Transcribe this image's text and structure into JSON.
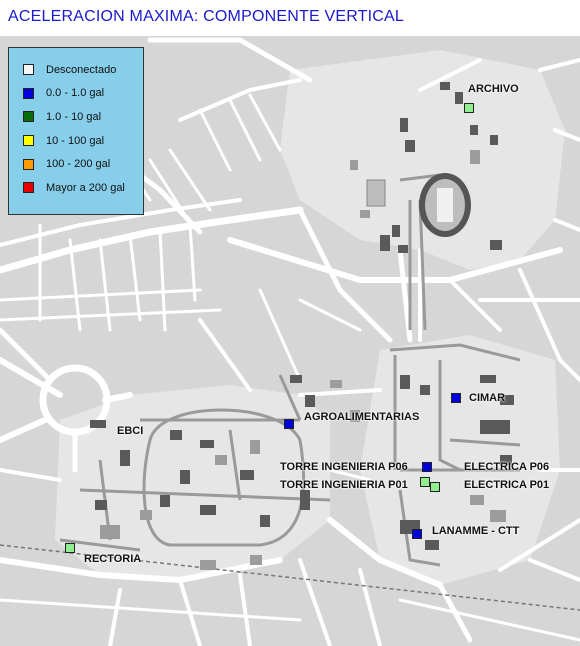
{
  "title": "ACELERACION MAXIMA: COMPONENTE VERTICAL",
  "legend": [
    {
      "label": "Desconectado",
      "color": "#f5f5f5"
    },
    {
      "label": "0.0 - 1.0 gal",
      "color": "#0000dd"
    },
    {
      "label": "1.0 - 10 gal",
      "color": "#0a6b0a"
    },
    {
      "label": "10 - 100 gal",
      "color": "#ffff00"
    },
    {
      "label": "100 - 200 gal",
      "color": "#ff9900"
    },
    {
      "label": "Mayor a 200 gal",
      "color": "#ee0000"
    }
  ],
  "colors": {
    "background": "#d6d6d6",
    "road": "#ffffff",
    "building": "#5a5a5a",
    "campus": "#e9e9e9",
    "marker_green": "#90ee90",
    "marker_blue": "#0000dd"
  },
  "stations": [
    {
      "name": "ARCHIVO",
      "marker": "marker_green"
    },
    {
      "name": "CIMAR",
      "marker": "marker_blue"
    },
    {
      "name": "AGROALIMENTARIAS",
      "marker": "marker_blue"
    },
    {
      "name": "EBCI",
      "marker": "none"
    },
    {
      "name": "TORRE INGENIERIA P06",
      "marker": "marker_blue"
    },
    {
      "name": "TORRE INGENIERIA P01",
      "marker": "marker_green"
    },
    {
      "name": "ELECTRICA P06",
      "marker": "marker_green"
    },
    {
      "name": "ELECTRICA P01",
      "marker": "marker_green"
    },
    {
      "name": "LANAMME - CTT",
      "marker": "marker_blue"
    },
    {
      "name": "RECTORIA",
      "marker": "marker_green"
    }
  ]
}
